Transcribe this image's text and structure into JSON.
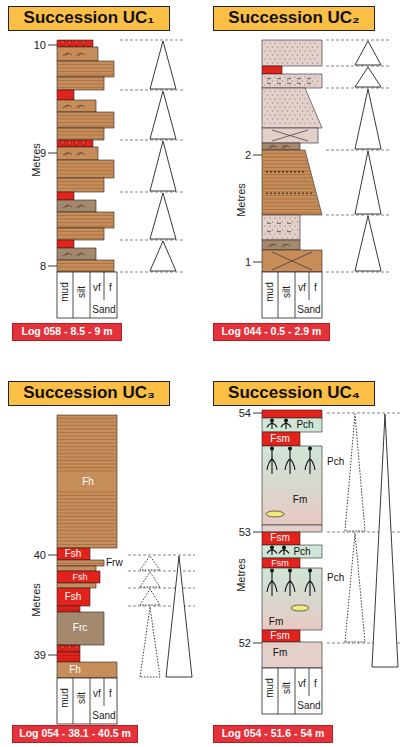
{
  "diagram": {
    "nodes": [
      {
        "text": [
          "Succession UC₁"
        ]
      },
      {
        "text": [
          "Succession UC₂"
        ]
      },
      {
        "text": [
          "Log 058 - 8.5 - 9 m"
        ]
      },
      {
        "text": [
          "Log 044 - 0.5 - 2.9 m"
        ]
      },
      {
        "text": [
          "Succession UC₃"
        ]
      },
      {
        "text": [
          "Succession UC₄"
        ]
      },
      {
        "text": [
          "Log 054 - 38.1 - 40.5 m"
        ]
      },
      {
        "text": [
          "Log 054 - 51.6 - 54 m"
        ]
      }
    ],
    "labels": [
      "10",
      "9",
      "8",
      "Metres",
      "mud",
      "silt",
      "vf",
      "f",
      "Sand",
      "2",
      "1",
      "Metres",
      "mud",
      "silt",
      "vf",
      "f",
      "Sand",
      "40",
      "39",
      "Metres",
      "Fh",
      "Frw",
      "Fsh",
      "Fsh",
      "Fsh",
      "Frc",
      "Fh",
      "mud",
      "silt",
      "vf",
      "f",
      "Sand",
      "54",
      "53",
      "52",
      "Metres",
      "Pch",
      "Fsm",
      "Pch",
      "Fm",
      "Fsm",
      "Pch",
      "Fsm",
      "Pch",
      "Fm",
      "Fsm",
      "Fm",
      "mud",
      "silt",
      "vf",
      "f",
      "Sand"
    ]
  }
}
